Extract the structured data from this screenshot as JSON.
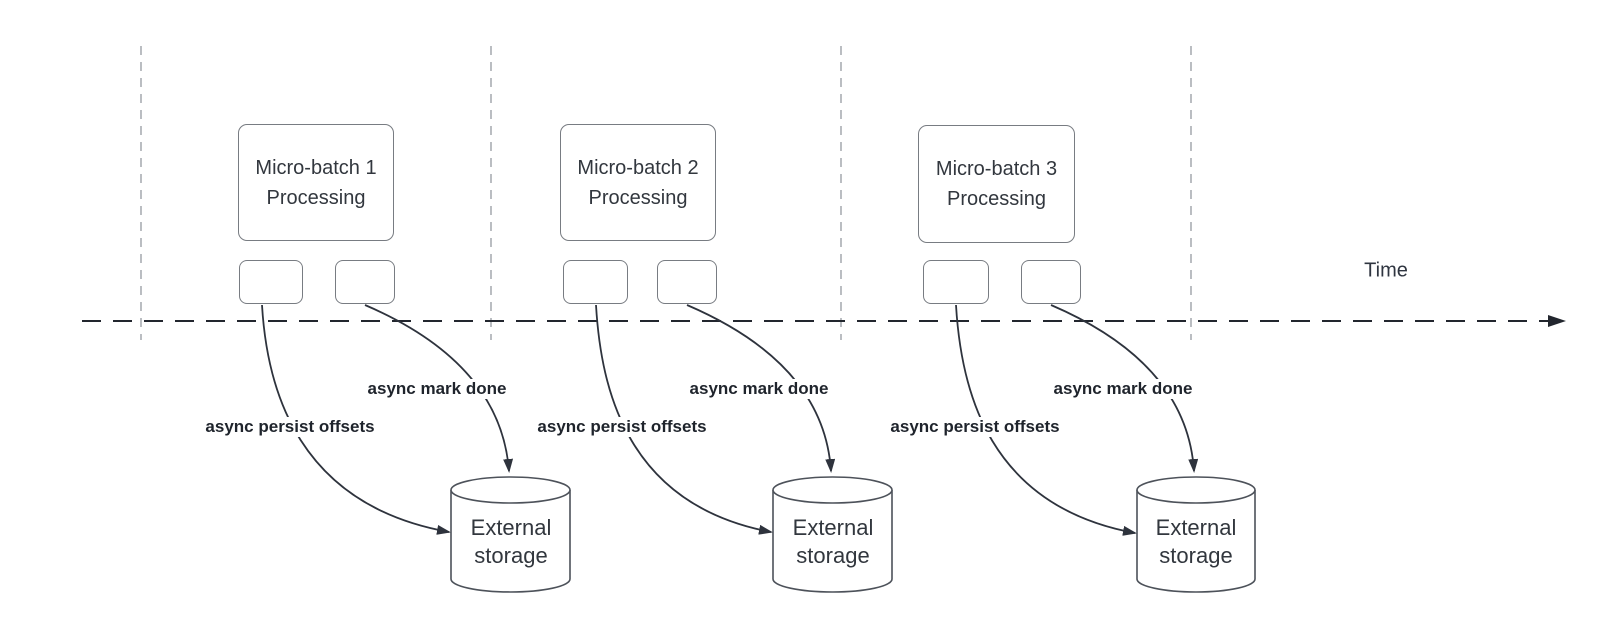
{
  "diagram": {
    "title_semantic": "Micro-batch processing timeline with async offset persistence",
    "timeline": {
      "label": "Time"
    },
    "sections": [
      {
        "title_line1": "Micro-batch 1",
        "title_line2": "Processing",
        "persist_label": "async persist offsets",
        "mark_done_label": "async mark done",
        "storage_line1": "External",
        "storage_line2": "storage"
      },
      {
        "title_line1": "Micro-batch 2",
        "title_line2": "Processing",
        "persist_label": "async persist offsets",
        "mark_done_label": "async mark done",
        "storage_line1": "External",
        "storage_line2": "storage"
      },
      {
        "title_line1": "Micro-batch 3",
        "title_line2": "Processing",
        "persist_label": "async persist offsets",
        "mark_done_label": "async mark done",
        "storage_line1": "External",
        "storage_line2": "storage"
      }
    ],
    "colors": {
      "shape_stroke": "#787c82",
      "arrow_stroke": "#2e333d",
      "label_text": "#1f242c",
      "body_text": "#32373e",
      "grid_line": "#aaadb3",
      "timeline_stroke": "#22262e",
      "background": "#ffffff"
    }
  }
}
